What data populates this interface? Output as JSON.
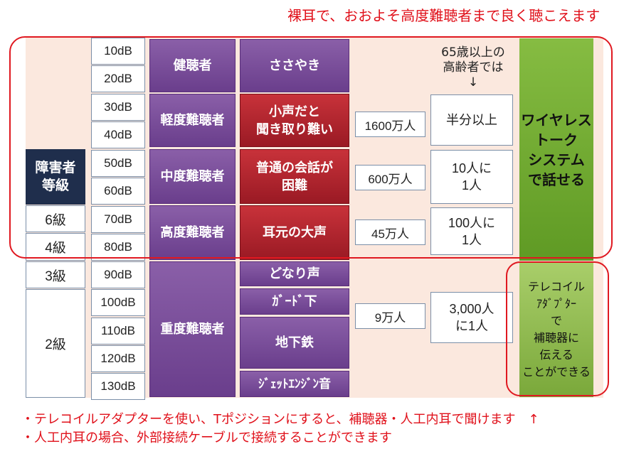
{
  "header_note": "裸耳で、おおよそ高度難聴者まで良く聴こえます",
  "grade_label": "障害者\n等級",
  "grades": [
    "6級",
    "4級",
    "3級",
    "2級"
  ],
  "db_levels": [
    "10dB",
    "20dB",
    "30dB",
    "40dB",
    "50dB",
    "60dB",
    "70dB",
    "80dB",
    "90dB",
    "100dB",
    "110dB",
    "120dB",
    "130dB"
  ],
  "hearing_categories": [
    "健聴者",
    "軽度難聴者",
    "中度難聴者",
    "高度難聴者",
    "重度難聴者"
  ],
  "sounds": {
    "whisper": "ささやき",
    "small_voice": "小声だと\n聞き取り難い",
    "normal_conversation": "普通の会話が\n困難",
    "loud_near_ear": "耳元の大声",
    "shouting": "どなり声",
    "under_overpass": "ｶﾞｰﾄﾞ下",
    "subway": "地下鉄",
    "jet_engine": "ｼﾞｪｯﾄｴﾝｼﾞﾝ音"
  },
  "populations": [
    "1600万人",
    "600万人",
    "45万人",
    "9万人"
  ],
  "elderly_note": "65歳以上の\n高齢者では\n↓",
  "elderly_ratios": [
    "半分以上",
    "10人に\n1人",
    "100人に\n1人",
    "3,000人\nに1人"
  ],
  "wireless_label": "ワイヤレス\nトーク\nシステム\nで話せる",
  "telecoil_label": "テレコイル\nｱﾀﾞﾌﾟﾀｰ\nで\n補聴器に\n伝える\nことができる",
  "footnotes": [
    "・テレコイルアダプターを使い、Tポジションにすると、補聴器・人工内耳で聞けます　↑",
    "・人工内耳の場合、外部接続ケーブルで接続することができます"
  ],
  "colors": {
    "accent_red": "#e0101a",
    "purple": "#6a3e8c",
    "green": "#6fa82e",
    "navy": "#1f2e4c"
  }
}
